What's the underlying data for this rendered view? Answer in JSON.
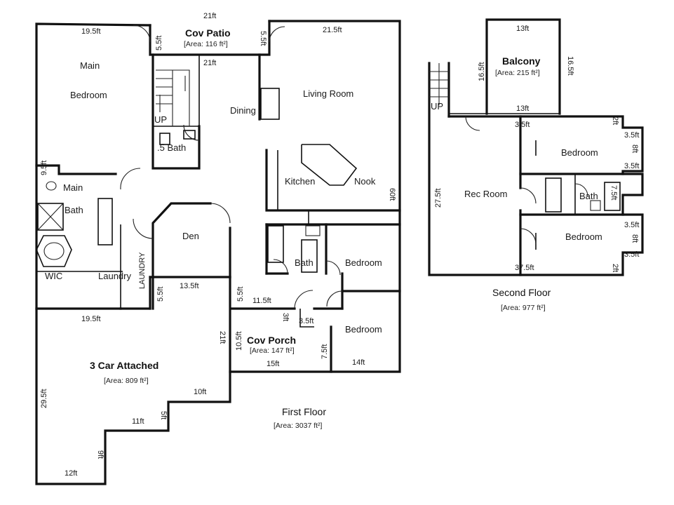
{
  "first_floor": {
    "title": "First Floor",
    "area": "[Area: 3037 ft²]",
    "rooms": {
      "cov_patio": "Cov Patio",
      "cov_patio_area": "[Area: 116 ft²]",
      "main_bedroom_1": "Main",
      "main_bedroom_2": "Bedroom",
      "dining": "Dining",
      "living_room": "Living Room",
      "half_bath": ".5 Bath",
      "up": "UP",
      "kitchen": "Kitchen",
      "nook": "Nook",
      "main_bath_1": "Main",
      "main_bath_2": "Bath",
      "den": "Den",
      "wic": "WIC",
      "laundry": "Laundry",
      "laundry_vertical": "LAUNDRY",
      "bath": "Bath",
      "bedroom_a": "Bedroom",
      "bedroom_b": "Bedroom",
      "cov_porch": "Cov Porch",
      "cov_porch_area": "[Area: 147 ft²]",
      "garage": "3 Car Attached",
      "garage_area": "[Area: 809 ft²]"
    },
    "dims": {
      "top_21": "21ft",
      "top_19_5": "19.5ft",
      "top_21_5": "21.5ft",
      "patio_left_5_5": "5.5ft",
      "patio_right_5_5": "5.5ft",
      "inner_21": "21ft",
      "left_9_5": "9.5ft",
      "right_60": "60ft",
      "mid_13_5": "13.5ft",
      "mid_5_5a": "5.5ft",
      "mid_5_5b": "5.5ft",
      "mid_11_5": "11.5ft",
      "left_19_5": "19.5ft",
      "porch_3": "3ft",
      "porch_3_5": "3.5ft",
      "garage_21": "21ft",
      "porch_10_5": "10.5ft",
      "bed_7_5": "7.5ft",
      "porch_15": "15ft",
      "bed_14": "14ft",
      "garage_10": "10ft",
      "garage_29_5": "29.5ft",
      "garage_5": "5ft",
      "garage_11": "11ft",
      "garage_9": "9ft",
      "garage_12": "12ft"
    }
  },
  "second_floor": {
    "title": "Second Floor",
    "area": "[Area: 977 ft²]",
    "rooms": {
      "balcony": "Balcony",
      "balcony_area": "[Area: 215 ft²]",
      "up": "UP",
      "bedroom_top": "Bedroom",
      "rec_room": "Rec Room",
      "bath": "Bath",
      "bedroom_bottom": "Bedroom"
    },
    "dims": {
      "bal_13_top": "13ft",
      "bal_16_5_left": "16.5ft",
      "bal_16_5_right": "16.5ft",
      "bal_13_bottom": "13ft",
      "d_3_5_top": "3.5ft",
      "d_2_top": "2ft",
      "d_3_5_r1": "3.5ft",
      "d_8_r1": "8ft",
      "d_3_5_r2": "3.5ft",
      "d_27_5": "27.5ft",
      "d_7_5": "7.5ft",
      "d_3_5_r3": "3.5ft",
      "d_8_r2": "8ft",
      "d_3_5_r4": "3.5ft",
      "d_37_5": "37.5ft",
      "d_2_bottom": "2ft"
    }
  }
}
